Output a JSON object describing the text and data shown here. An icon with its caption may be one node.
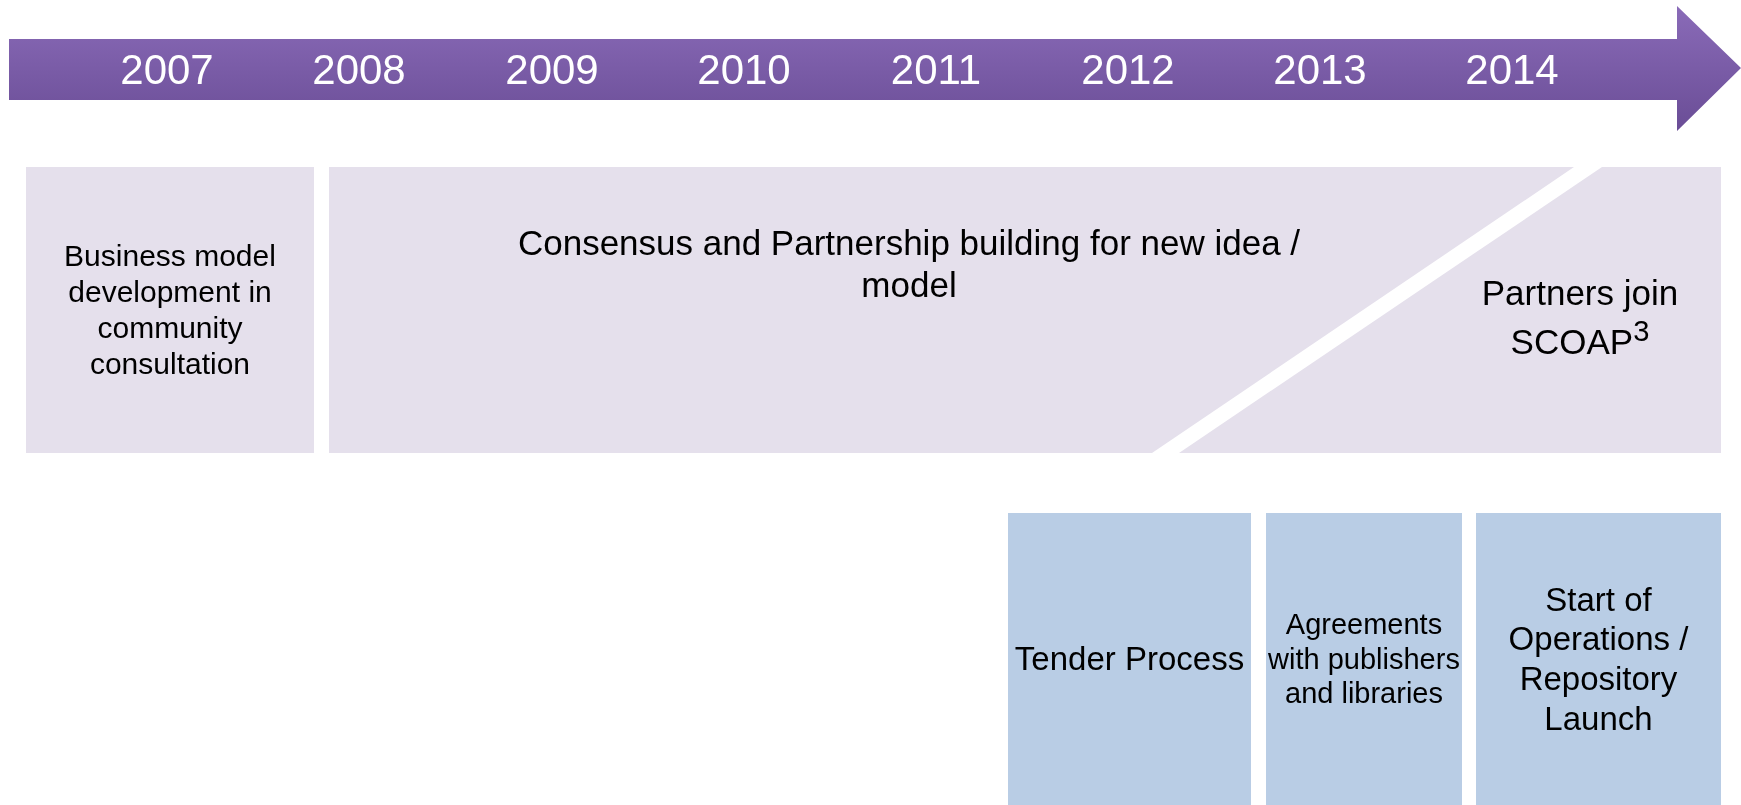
{
  "diagram": {
    "nodes": [
      {
        "text": [
          "Business model development in community consultation"
        ]
      },
      {
        "text": [
          "Consensus and Partnership building for new idea / model"
        ]
      },
      {
        "text": [
          "Partners join SCOAP$^{3}$"
        ]
      },
      {
        "text": [
          "Tender Process"
        ]
      },
      {
        "text": [
          "Agreements with publishers and libraries"
        ]
      },
      {
        "text": [
          "Start of Operations / Repository Launch"
        ]
      }
    ],
    "edges": [],
    "labels": [
      "2007",
      "2008",
      "2009",
      "2010",
      "2011",
      "2012",
      "2013",
      "2014"
    ]
  }
}
